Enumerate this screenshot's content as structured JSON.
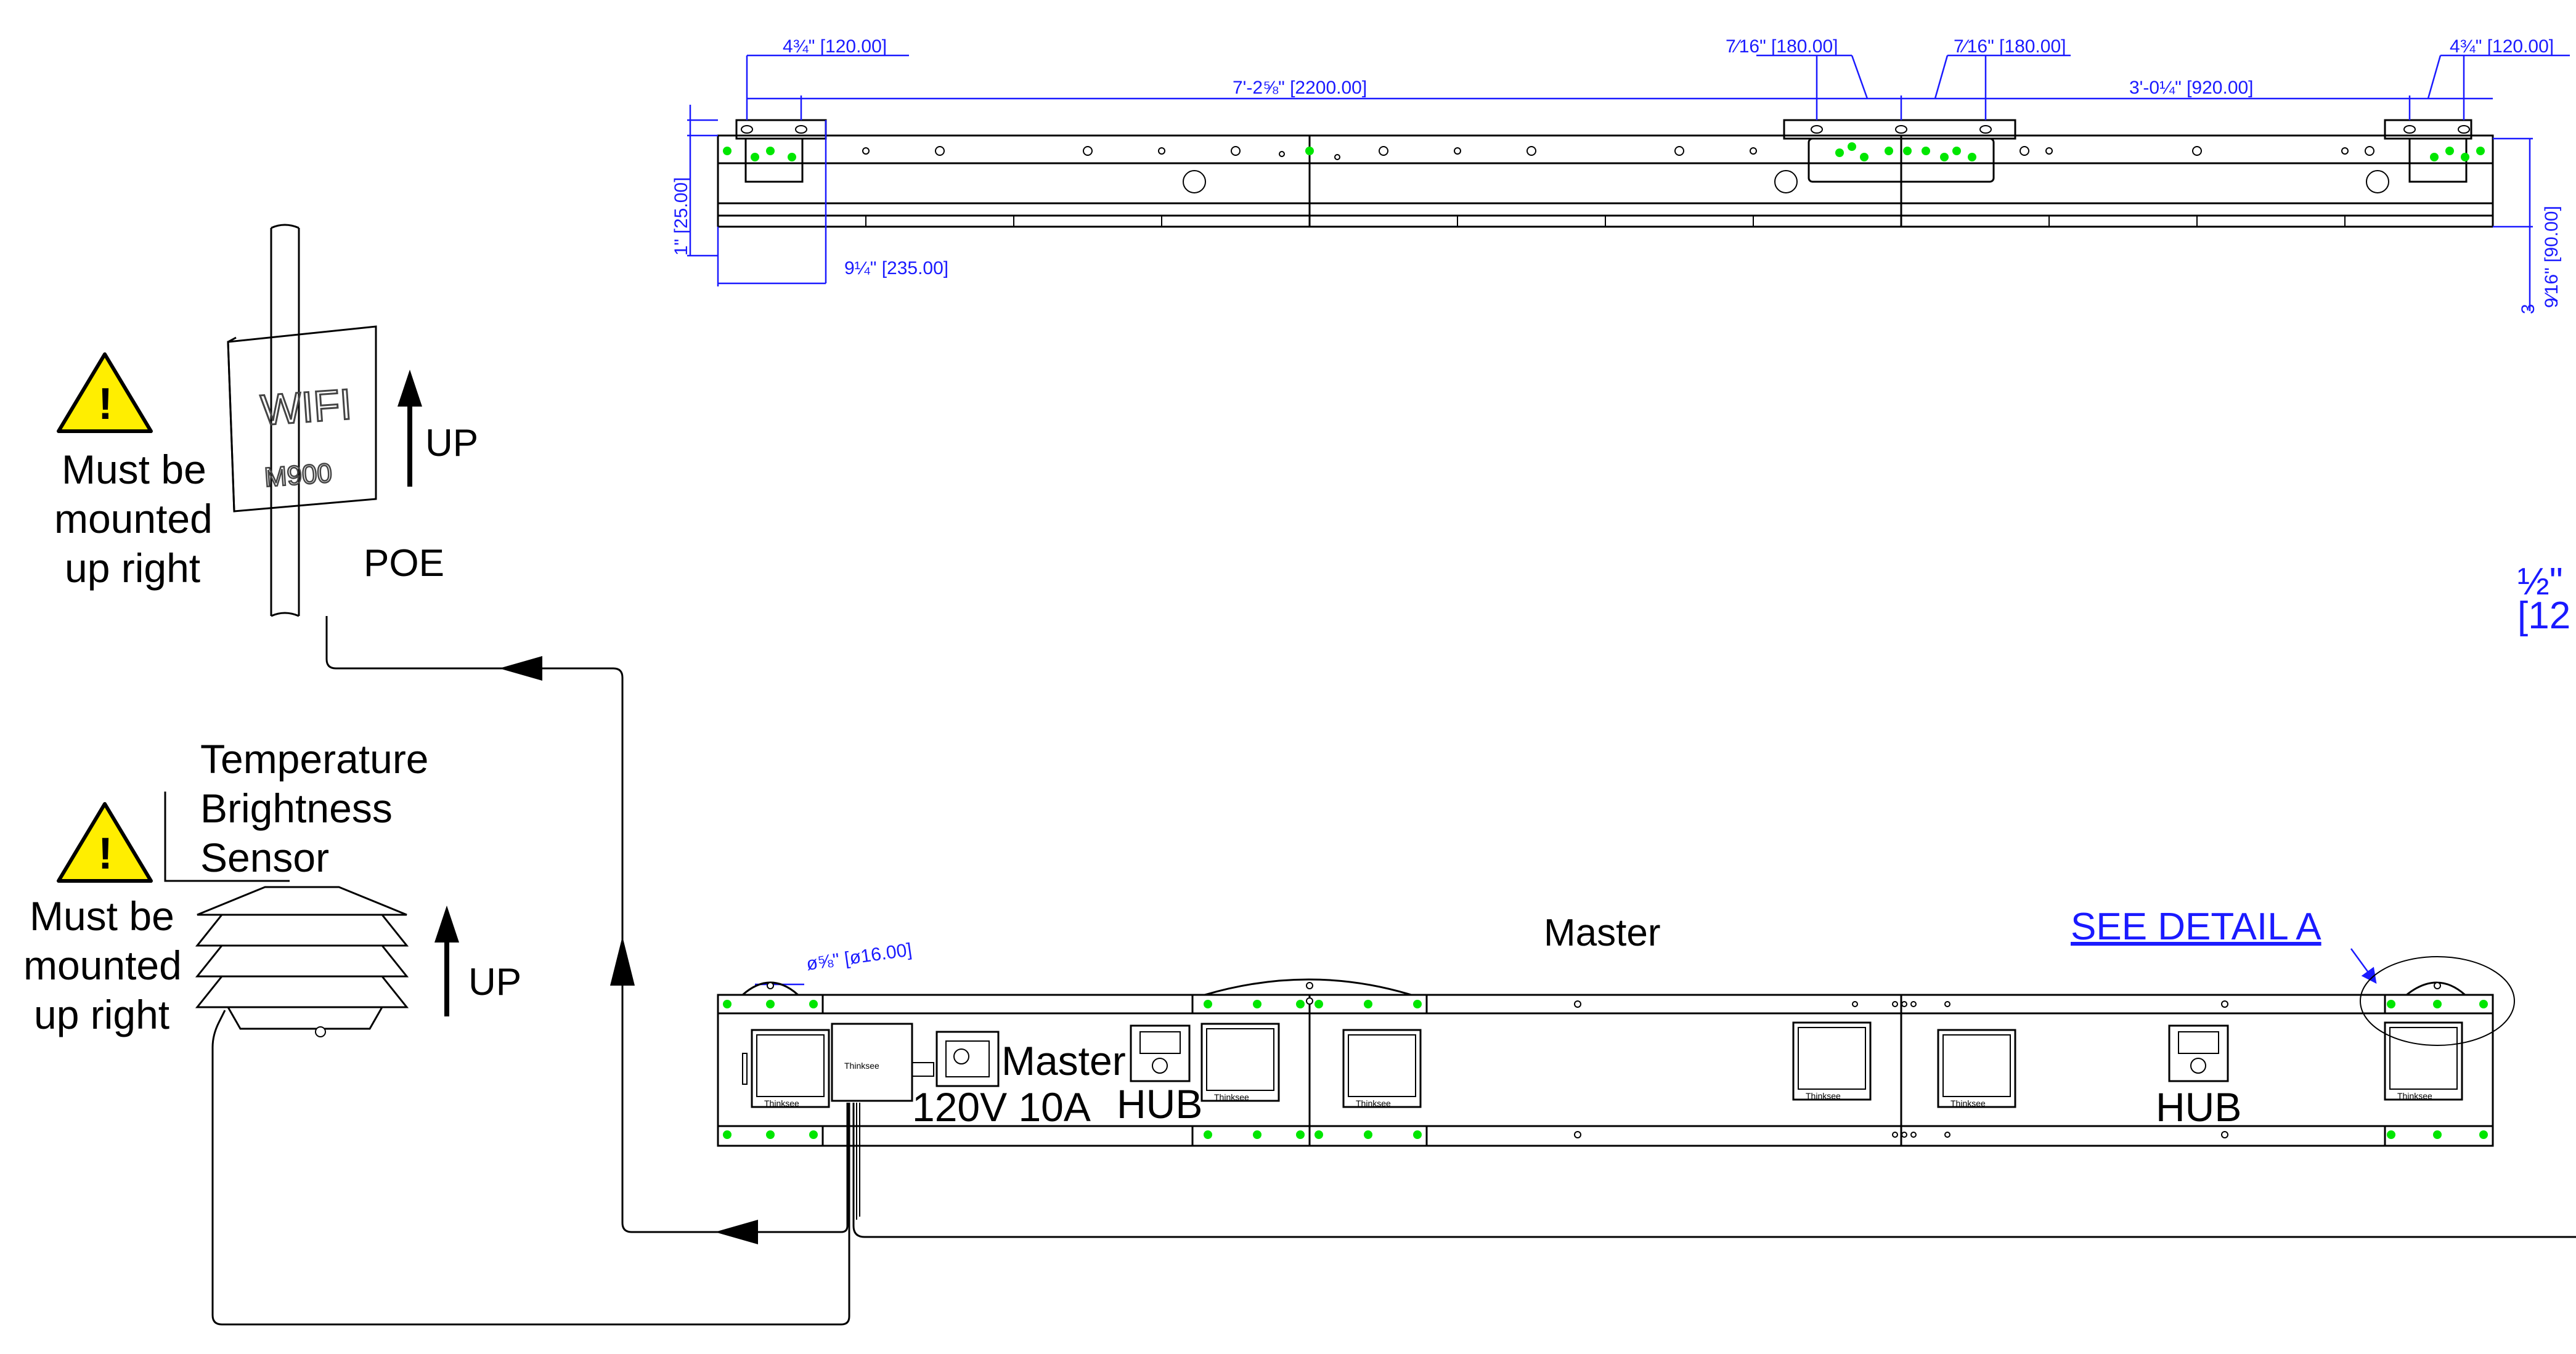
{
  "dimensions": {
    "d1": "4¾\" [120.00]",
    "d2": "7'-2⅝\" [2200.00]",
    "d3": "7⁄16\" [180.00]",
    "d4": "7⁄16\" [180.00]",
    "d5": "3'-0¼\" [920.00]",
    "d6": "4¾\" [120.00]",
    "d7": "1\" [25.00]",
    "d8": "9¼\" [235.00]",
    "d9": "9⁄16\" [90.00]",
    "d9b": "3",
    "d10": "ø⅝\" [ø16.00]",
    "d11": "½\"",
    "d12": "[12"
  },
  "wifi": {
    "panel_top": "WIFI",
    "panel_bottom": "M900",
    "up": "UP",
    "poe": "POE"
  },
  "warning1": {
    "line1": "Must be",
    "line2": "mounted",
    "line3": "up right"
  },
  "sensor": {
    "line1": "Temperature",
    "line2": "Brightness",
    "line3": "Sensor",
    "up": "UP"
  },
  "warning2": {
    "line1": "Must be",
    "line2": "mounted",
    "line3": "up right"
  },
  "labels": {
    "master_top": "Master",
    "see_detail": "SEE DETAIL A",
    "master_unit": "Master",
    "power": "120V 10A",
    "hub1": "HUB",
    "hub2": "HUB",
    "brand": "Thinksee"
  },
  "colors": {
    "dimension": "#1a1aff",
    "led": "#00e600",
    "warning": "#ffee00"
  }
}
